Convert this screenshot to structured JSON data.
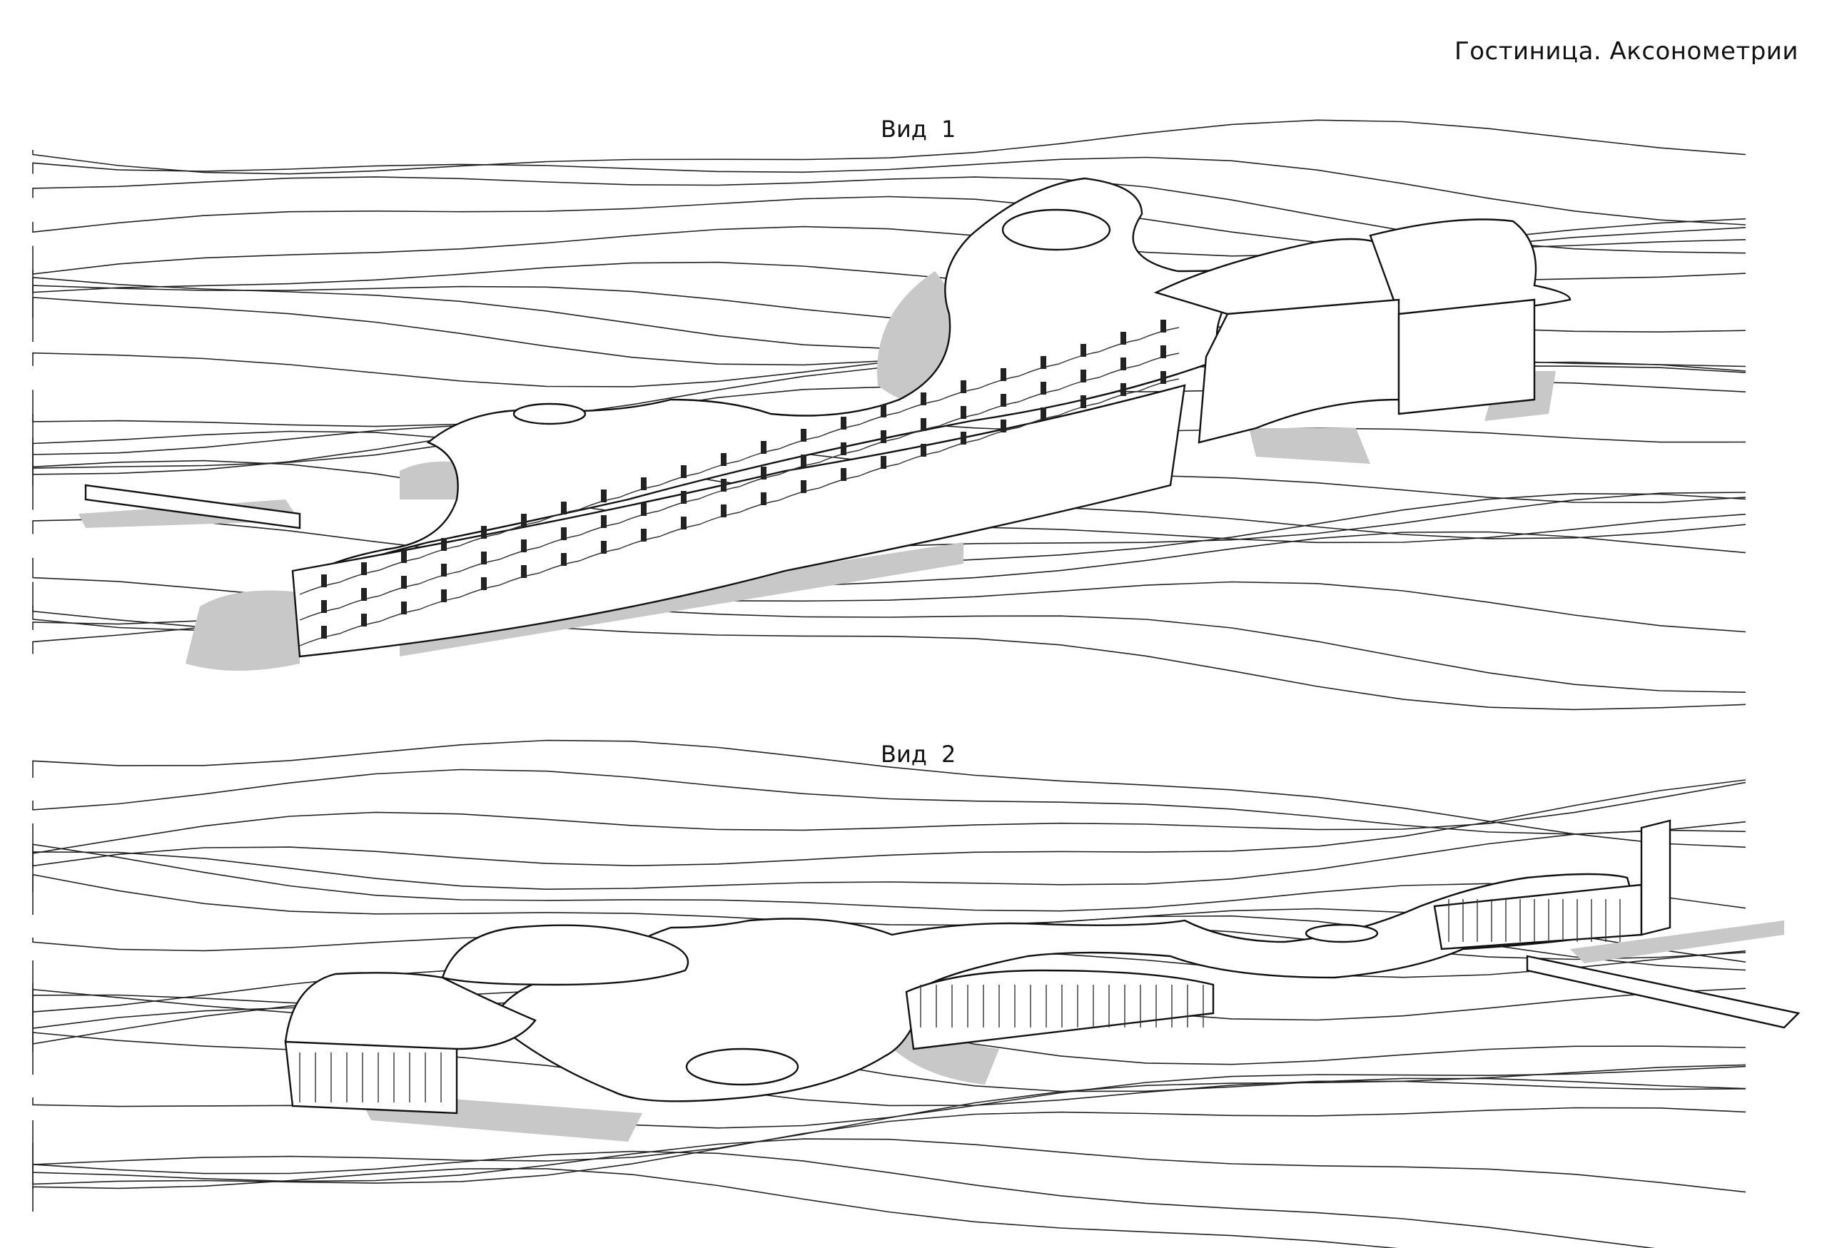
{
  "sheet": {
    "title": "Гостиница. Аксонометрии"
  },
  "views": [
    {
      "label": "Вид 1"
    },
    {
      "label": "Вид 2"
    }
  ],
  "colors": {
    "line": "#111111",
    "shadow": "#c8c8c8",
    "background": "#ffffff"
  }
}
